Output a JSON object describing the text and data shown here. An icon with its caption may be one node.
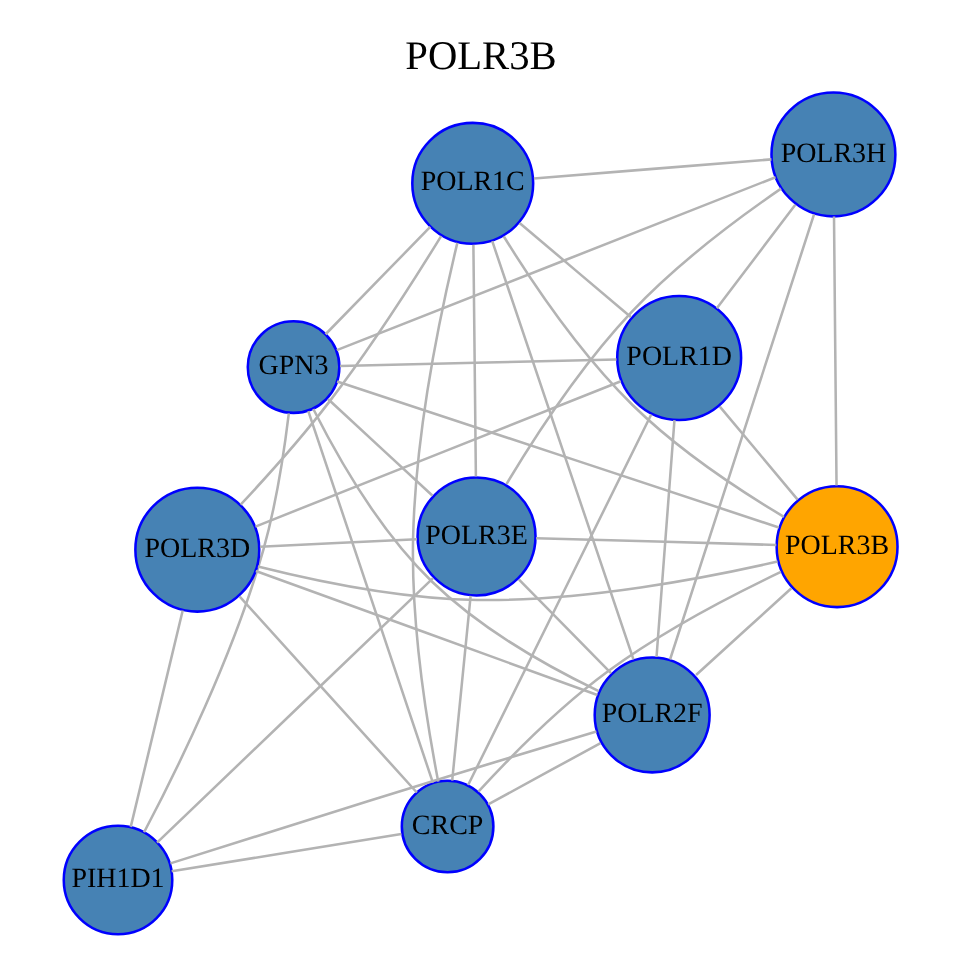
{
  "diagram": {
    "title": "POLR3B",
    "nodes": [
      {
        "text": [
          "GPN3"
        ]
      },
      {
        "text": [
          "POLR3H"
        ]
      },
      {
        "text": [
          "PIH1D1"
        ]
      },
      {
        "text": [
          "POLR3D"
        ]
      },
      {
        "text": [
          "POLR3E"
        ]
      },
      {
        "text": [
          "POLR1C"
        ]
      },
      {
        "text": [
          "POLR1D"
        ]
      },
      {
        "text": [
          "POLR2F"
        ]
      },
      {
        "text": [
          "POLR3B"
        ]
      },
      {
        "text": [
          "CRCP"
        ]
      }
    ],
    "edges": [
      {
        "from": 0,
        "to": 1,
        "arrow": "none"
      },
      {
        "from": 0,
        "to": 2,
        "arrow": "none"
      },
      {
        "from": 0,
        "to": 4,
        "arrow": "none"
      },
      {
        "from": 0,
        "to": 8,
        "arrow": "none"
      },
      {
        "from": 0,
        "to": 7,
        "arrow": "none"
      },
      {
        "from": 0,
        "to": 9,
        "arrow": "none"
      },
      {
        "from": 0,
        "to": 5,
        "arrow": "none"
      },
      {
        "from": 0,
        "to": 6,
        "arrow": "none"
      },
      {
        "from": 1,
        "to": 4,
        "arrow": "none"
      },
      {
        "from": 1,
        "to": 8,
        "arrow": "none"
      },
      {
        "from": 1,
        "to": 7,
        "arrow": "none"
      },
      {
        "from": 1,
        "to": 5,
        "arrow": "none"
      },
      {
        "from": 1,
        "to": 6,
        "arrow": "none"
      },
      {
        "from": 2,
        "to": 3,
        "arrow": "none"
      },
      {
        "from": 2,
        "to": 4,
        "arrow": "none"
      },
      {
        "from": 2,
        "to": 7,
        "arrow": "none"
      },
      {
        "from": 2,
        "to": 9,
        "arrow": "none"
      },
      {
        "from": 3,
        "to": 4,
        "arrow": "none"
      },
      {
        "from": 3,
        "to": 5,
        "arrow": "none"
      },
      {
        "from": 3,
        "to": 6,
        "arrow": "none"
      },
      {
        "from": 3,
        "to": 8,
        "arrow": "none"
      },
      {
        "from": 3,
        "to": 7,
        "arrow": "none"
      },
      {
        "from": 3,
        "to": 9,
        "arrow": "none"
      },
      {
        "from": 4,
        "to": 5,
        "arrow": "none"
      },
      {
        "from": 4,
        "to": 7,
        "arrow": "none"
      },
      {
        "from": 4,
        "to": 8,
        "arrow": "none"
      },
      {
        "from": 4,
        "to": 9,
        "arrow": "none"
      },
      {
        "from": 5,
        "to": 6,
        "arrow": "none"
      },
      {
        "from": 5,
        "to": 8,
        "arrow": "none"
      },
      {
        "from": 5,
        "to": 7,
        "arrow": "none"
      },
      {
        "from": 5,
        "to": 9,
        "arrow": "none"
      },
      {
        "from": 6,
        "to": 7,
        "arrow": "none"
      },
      {
        "from": 6,
        "to": 8,
        "arrow": "none"
      },
      {
        "from": 6,
        "to": 9,
        "arrow": "none"
      },
      {
        "from": 8,
        "to": 7,
        "arrow": "none"
      },
      {
        "from": 8,
        "to": 9,
        "arrow": "none"
      },
      {
        "from": 7,
        "to": 9,
        "arrow": "none"
      }
    ]
  }
}
